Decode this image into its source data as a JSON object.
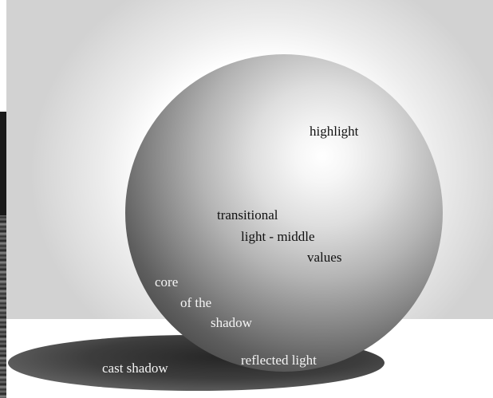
{
  "labels": {
    "highlight": "highlight",
    "transitional": "transitional",
    "light_middle": "light - middle",
    "values": "values",
    "core": "core",
    "of_the": "of the",
    "shadow": "shadow",
    "reflected_light": "reflected light",
    "cast_shadow": "cast shadow"
  }
}
